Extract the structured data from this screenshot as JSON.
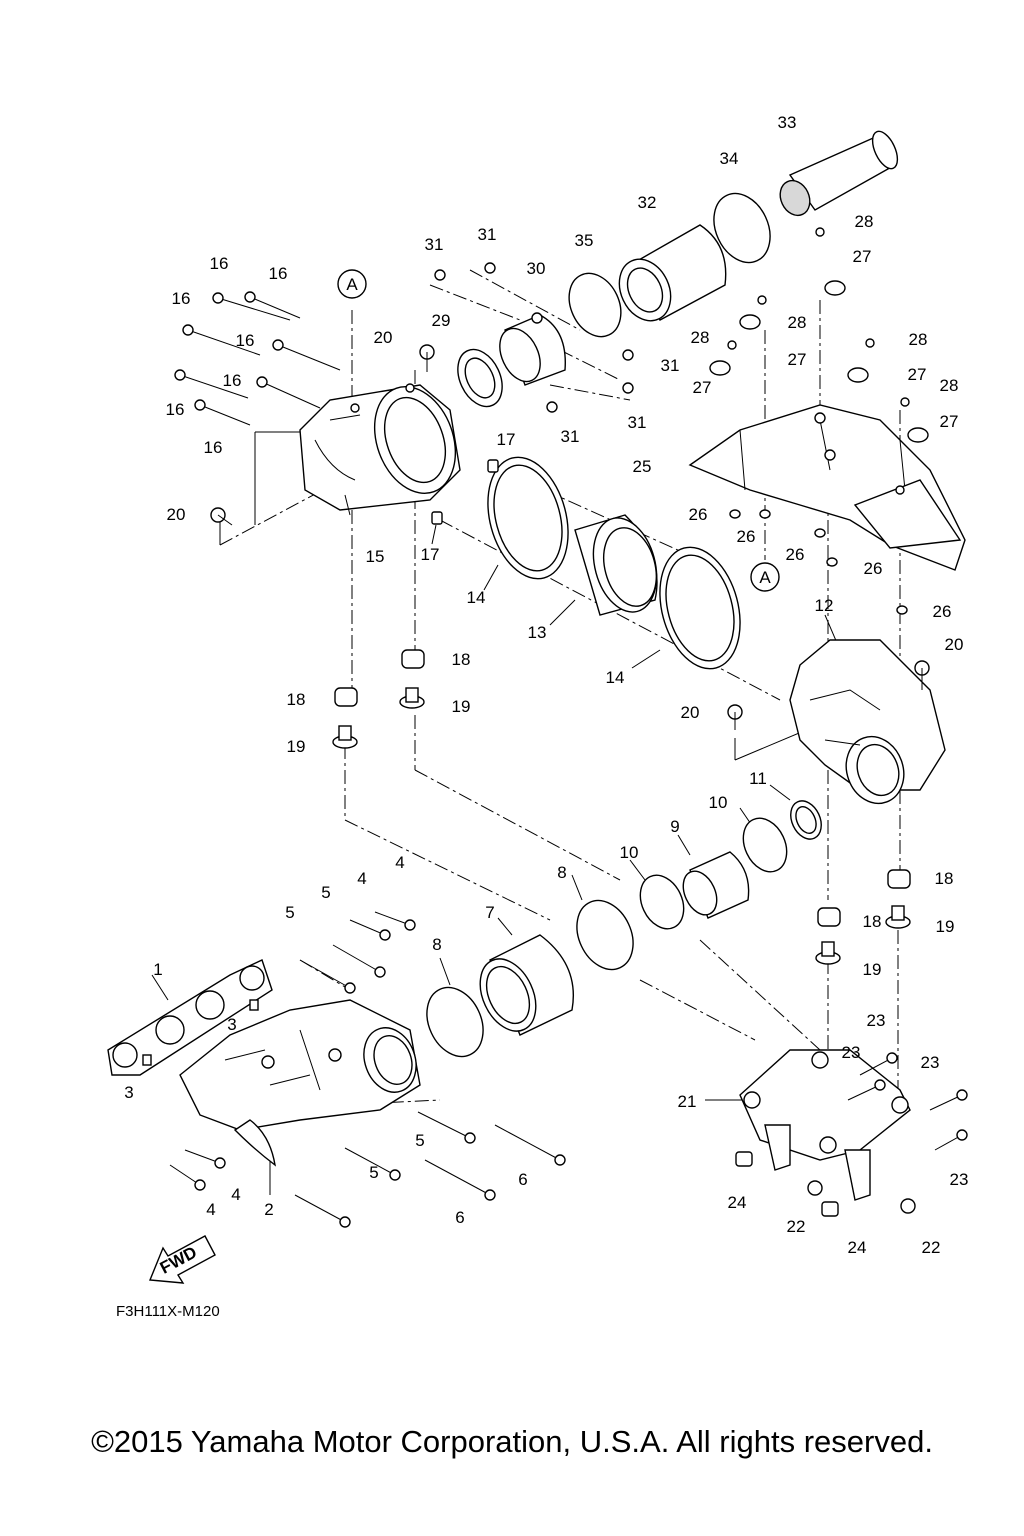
{
  "diagram": {
    "drawing_code": "F3H111X-M120",
    "fwd_label": "FWD",
    "ref_mark": "A",
    "copyright": "©2015 Yamaha Motor Corporation, U.S.A. All rights reserved."
  },
  "callouts": [
    {
      "n": "1"
    },
    {
      "n": "2"
    },
    {
      "n": "3"
    },
    {
      "n": "3"
    },
    {
      "n": "4"
    },
    {
      "n": "4"
    },
    {
      "n": "4"
    },
    {
      "n": "4"
    },
    {
      "n": "5"
    },
    {
      "n": "5"
    },
    {
      "n": "5"
    },
    {
      "n": "5"
    },
    {
      "n": "6"
    },
    {
      "n": "6"
    },
    {
      "n": "7"
    },
    {
      "n": "8"
    },
    {
      "n": "8"
    },
    {
      "n": "9"
    },
    {
      "n": "10"
    },
    {
      "n": "10"
    },
    {
      "n": "11"
    },
    {
      "n": "12"
    },
    {
      "n": "13"
    },
    {
      "n": "14"
    },
    {
      "n": "14"
    },
    {
      "n": "15"
    },
    {
      "n": "16"
    },
    {
      "n": "16"
    },
    {
      "n": "16"
    },
    {
      "n": "16"
    },
    {
      "n": "16"
    },
    {
      "n": "16"
    },
    {
      "n": "16"
    },
    {
      "n": "17"
    },
    {
      "n": "17"
    },
    {
      "n": "18"
    },
    {
      "n": "18"
    },
    {
      "n": "18"
    },
    {
      "n": "18"
    },
    {
      "n": "19"
    },
    {
      "n": "19"
    },
    {
      "n": "19"
    },
    {
      "n": "19"
    },
    {
      "n": "20"
    },
    {
      "n": "20"
    },
    {
      "n": "20"
    },
    {
      "n": "20"
    },
    {
      "n": "21"
    },
    {
      "n": "22"
    },
    {
      "n": "22"
    },
    {
      "n": "23"
    },
    {
      "n": "23"
    },
    {
      "n": "23"
    },
    {
      "n": "23"
    },
    {
      "n": "24"
    },
    {
      "n": "24"
    },
    {
      "n": "25"
    },
    {
      "n": "26"
    },
    {
      "n": "26"
    },
    {
      "n": "26"
    },
    {
      "n": "26"
    },
    {
      "n": "26"
    },
    {
      "n": "27"
    },
    {
      "n": "27"
    },
    {
      "n": "27"
    },
    {
      "n": "27"
    },
    {
      "n": "27"
    },
    {
      "n": "28"
    },
    {
      "n": "28"
    },
    {
      "n": "28"
    },
    {
      "n": "28"
    },
    {
      "n": "28"
    },
    {
      "n": "29"
    },
    {
      "n": "30"
    },
    {
      "n": "31"
    },
    {
      "n": "31"
    },
    {
      "n": "31"
    },
    {
      "n": "31"
    },
    {
      "n": "31"
    },
    {
      "n": "32"
    },
    {
      "n": "33"
    },
    {
      "n": "34"
    },
    {
      "n": "35"
    }
  ]
}
